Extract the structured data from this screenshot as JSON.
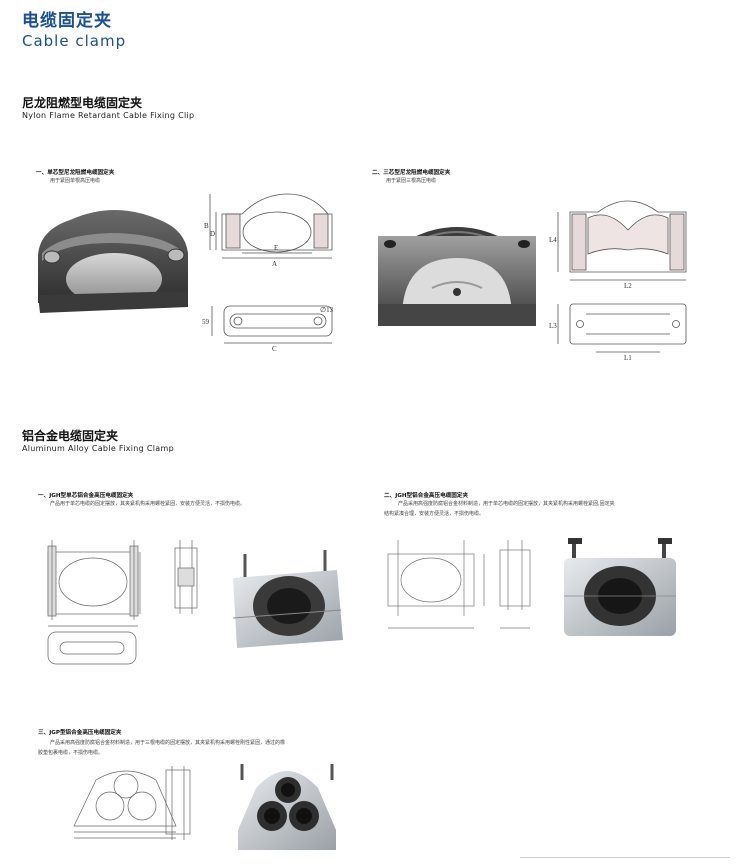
{
  "header": {
    "title_cn": "电缆固定夹",
    "title_en": "Cable clamp"
  },
  "nylon": {
    "title_cn": "尼龙阻燃型电缆固定夹",
    "title_en": "Nylon Flame Retardant Cable Fixing Clip",
    "single": {
      "title": "一、单芯型尼龙阻燃电缆固定夹",
      "desc": "用于紧固单根高压电缆"
    },
    "triple": {
      "title": "二、三芯型尼龙阻燃电缆固定夹",
      "desc": "用于紧固三根高压电缆"
    },
    "dims_single": {
      "a": "A",
      "b": "B",
      "d": "D",
      "e": "E",
      "c": "C",
      "h": "59",
      "hole": "∅13"
    },
    "dims_triple": {
      "l1": "L1",
      "l2": "L2",
      "l3": "L3",
      "l4": "L4"
    }
  },
  "aluminum": {
    "title_cn": "铝合金电缆固定夹",
    "title_en": "Aluminum Alloy Cable Fixing  Clamp",
    "jgh1": {
      "title": "一、JGH型单芯铝合金高压电缆固定夹",
      "desc": "产品用于单芯电缆的固定摆放，其夹紧机构采用螺栓紧固，安装方便灵活，不损伤电缆。"
    },
    "jgh2": {
      "title": "二、JGH型铝合金高压电缆固定夹",
      "desc_line1": "产品采用高强度防腐铝合金材料制造，用于单芯电缆的固定摆放，其夹紧机构采用螺栓紧固,固定夹",
      "desc_line2": "结构紧凑合理，安装方便灵活，不损伤电缆。"
    },
    "jgp": {
      "title": "三、JGP型铝合金高压电缆固定夹",
      "desc_line1": "产品采用高强度防腐铝合金材料制造，用于三根电缆的固定摆放，其夹紧机构采用螺栓刚性紧固，通过的橡",
      "desc_line2": "胶垫包裹电缆，不损伤电缆。"
    }
  },
  "colors": {
    "heading_blue": "#1a4f95",
    "clamp_dark": "#4a4a4a",
    "clamp_silver": "#c8ccd1"
  },
  "icons": [
    "nylon-single-clamp-photo",
    "nylon-triple-clamp-photo",
    "aluminum-clamp-photo",
    "technical-drawing"
  ]
}
